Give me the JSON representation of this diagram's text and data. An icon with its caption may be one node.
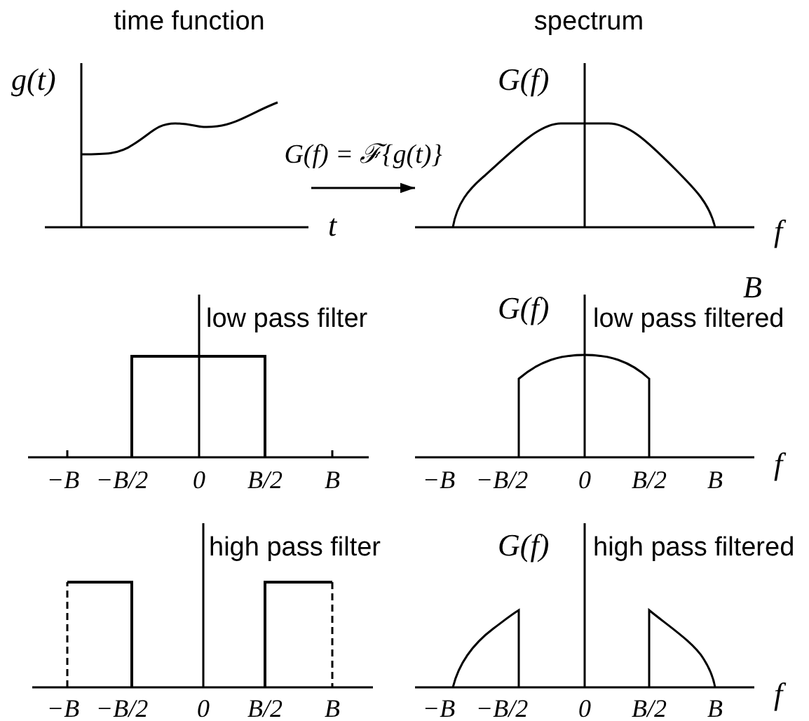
{
  "diagram": {
    "nodes": [
      {
        "text": [],
        "shape": "picture"
      },
      {
        "text": [],
        "shape": "picture"
      }
    ],
    "edges": [
      {
        "from": 0,
        "to": 1,
        "arrow": "to",
        "label": "G(f) = ℱ{g(t)}"
      }
    ],
    "labels": [
      "time function",
      "spectrum",
      "g(t)",
      "t",
      "G(f)",
      "f",
      "B",
      "low pass filter",
      "−B",
      "−B/2",
      "0",
      "B/2",
      "B",
      "G(f)",
      "low pass filtered",
      "−B",
      "−B/2",
      "0",
      "B/2",
      "B",
      "f",
      "high pass filter",
      "−B",
      "−B/2",
      "0",
      "B/2",
      "B",
      "G(f)",
      "high pass filtered",
      "−B",
      "−B/2",
      "0",
      "B/2",
      "B",
      "f"
    ]
  }
}
